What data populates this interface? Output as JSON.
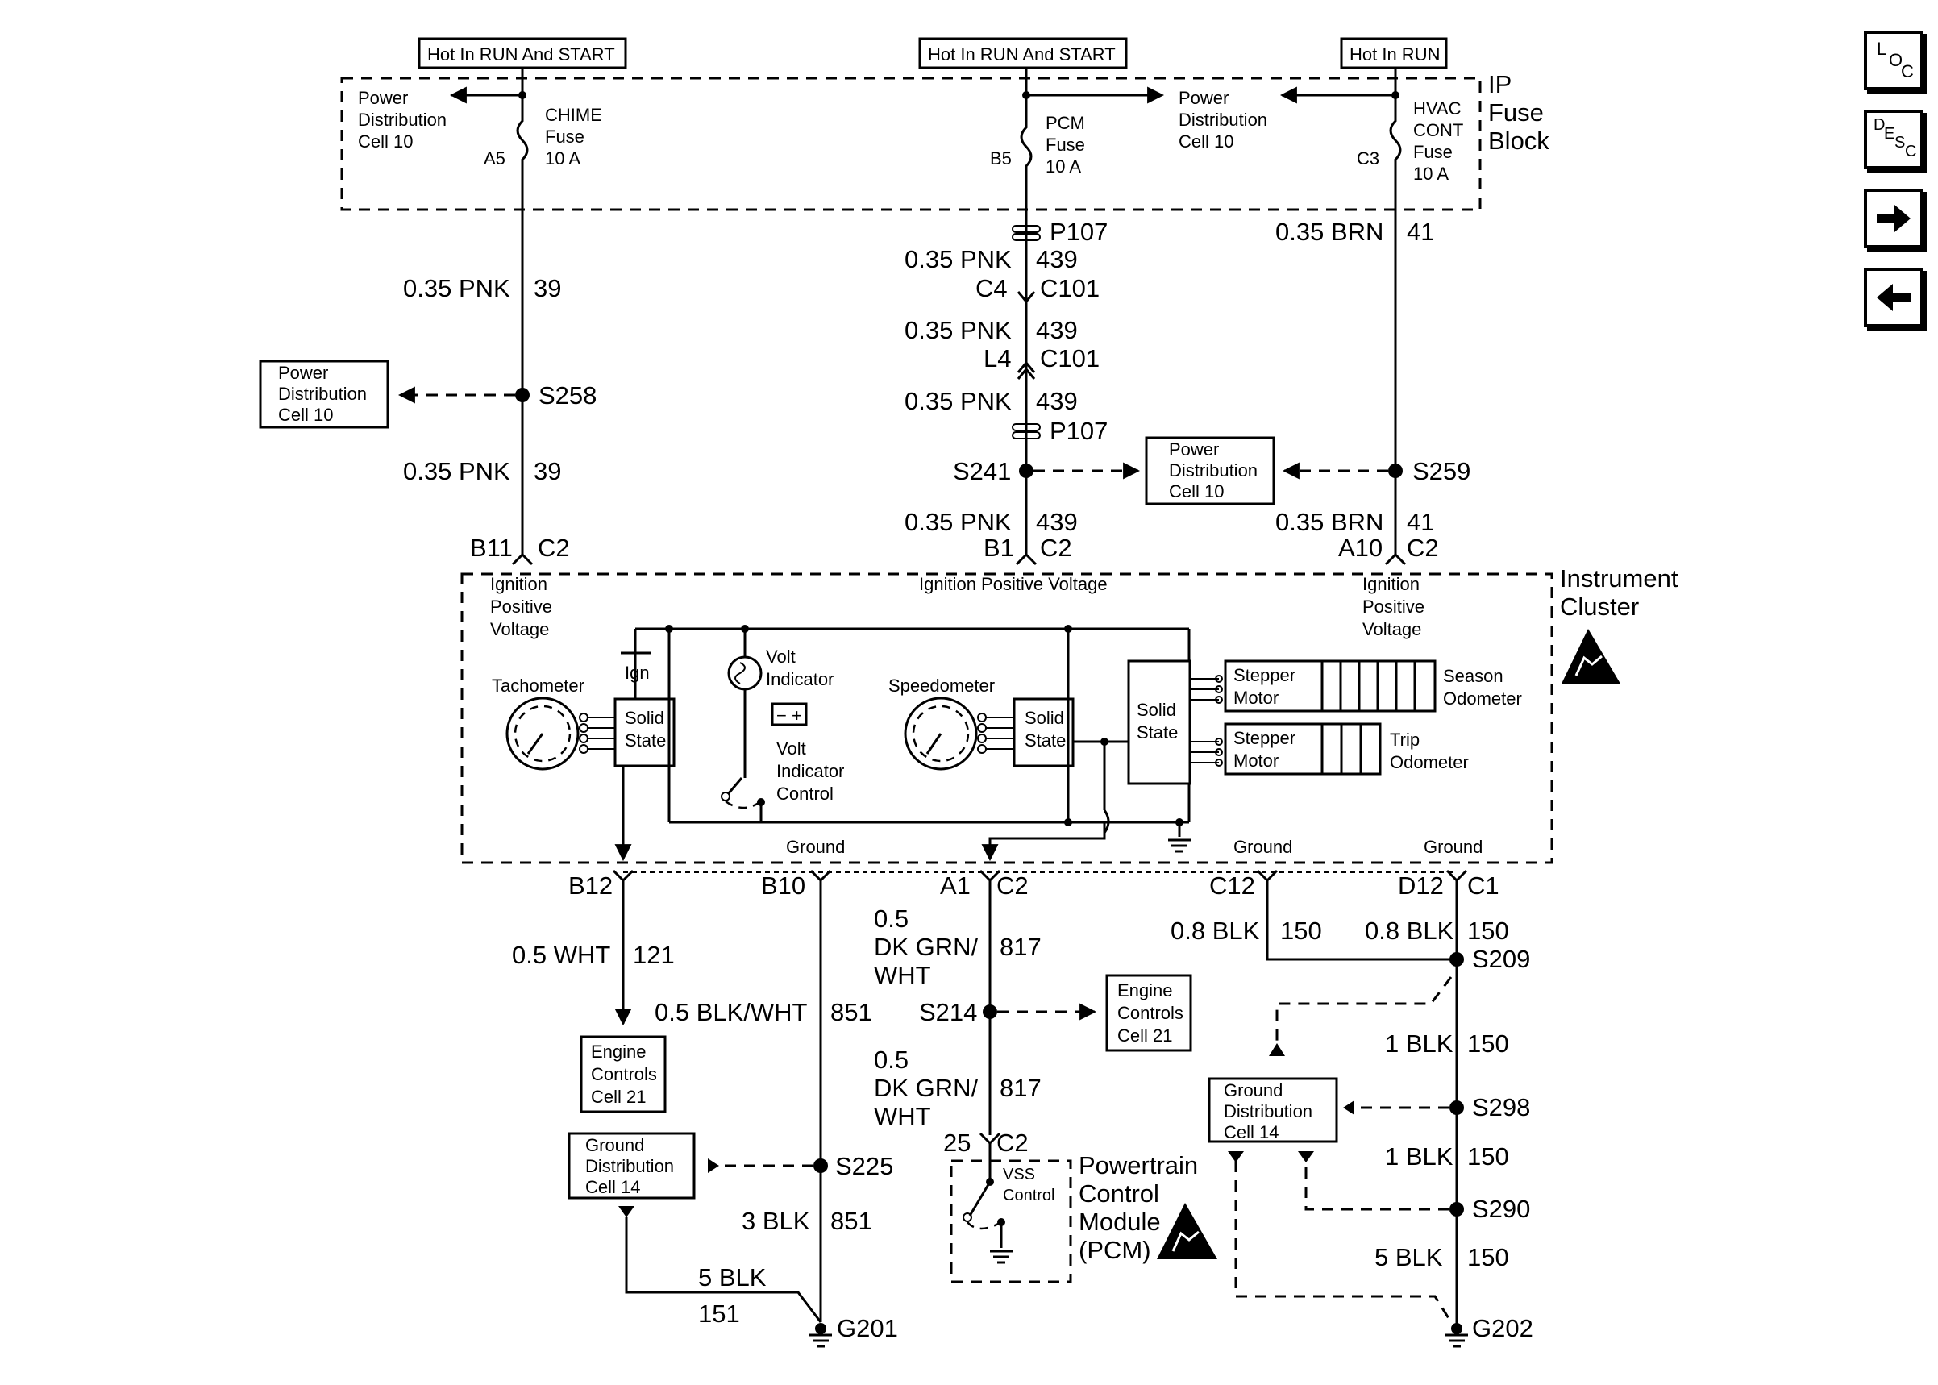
{
  "nav": {
    "loc": [
      "L",
      "O",
      "C"
    ],
    "desc": [
      "D",
      "E",
      "S",
      "C"
    ],
    "next_icon": "arrow-right-icon",
    "prev_icon": "arrow-left-icon"
  },
  "supply_labels": [
    "Hot In RUN And START",
    "Hot In RUN And START",
    "Hot In RUN"
  ],
  "ip_fuse_block": {
    "title": [
      "IP",
      "Fuse",
      "Block"
    ]
  },
  "power_dist_cell": [
    "Power",
    "Distribution",
    "Cell 10"
  ],
  "engine_controls_cell": [
    "Engine",
    "Controls",
    "Cell 21"
  ],
  "ground_dist_cell": [
    "Ground",
    "Distribution",
    "Cell 14"
  ],
  "fuses": {
    "chime": {
      "lines": [
        "CHIME",
        "Fuse",
        "10 A"
      ],
      "pin": "A5"
    },
    "pcm": {
      "lines": [
        "PCM",
        "Fuse",
        "10 A"
      ],
      "pin": "B5"
    },
    "hvac": {
      "lines": [
        "HVAC",
        "CONT",
        "Fuse",
        "10 A"
      ],
      "pin": "C3"
    }
  },
  "wires": {
    "pnk": "0.35 PNK",
    "brn": "0.35 BRN",
    "wht": "0.5 WHT",
    "blk_wht": "0.5 BLK/WHT",
    "dkgrn_wht": [
      "0.5",
      "DK GRN/",
      "WHT"
    ],
    "blk08": "0.8 BLK",
    "blk1": "1 BLK",
    "blk3": "3 BLK",
    "blk5": "5 BLK",
    "c39": "39",
    "c439": "439",
    "c41": "41",
    "c121": "121",
    "c851": "851",
    "c817": "817",
    "c150": "150",
    "c151": "151"
  },
  "connectors": {
    "p107": "P107",
    "c4": "C4",
    "l4": "L4",
    "c101": "C101",
    "b11": "B11",
    "b1": "B1",
    "a10": "A10",
    "c2": "C2",
    "b12": "B12",
    "b10": "B10",
    "a1": "A1",
    "c12": "C12",
    "d12": "D12",
    "c1": "C1",
    "pin25": "25"
  },
  "splices": {
    "s258": "S258",
    "s241": "S241",
    "s259": "S259",
    "s214": "S214",
    "s225": "S225",
    "s209": "S209",
    "s298": "S298",
    "s290": "S290"
  },
  "grounds": {
    "g201": "G201",
    "g202": "G202"
  },
  "cluster": {
    "title": [
      "Instrument",
      "Cluster"
    ],
    "ign_pos_voltage": [
      "Ignition",
      "Positive",
      "Voltage"
    ],
    "ign_pos_voltage_center": "Ignition Positive Voltage",
    "ign": "Ign",
    "tachometer": "Tachometer",
    "speedometer": "Speedometer",
    "solid_state": [
      "Solid",
      "State"
    ],
    "volt_indicator": [
      "Volt",
      "Indicator"
    ],
    "volt_indicator_control": [
      "Volt",
      "Indicator",
      "Control"
    ],
    "stepper_motor": [
      "Stepper",
      "Motor"
    ],
    "season_odometer": [
      "Season",
      "Odometer"
    ],
    "trip_odometer": [
      "Trip",
      "Odometer"
    ],
    "ground": "Ground"
  },
  "pcm": {
    "title": [
      "Powertrain",
      "Control",
      "Module",
      "(PCM)"
    ],
    "vss": [
      "VSS",
      "Control"
    ]
  },
  "esd_icon": "esd-warning-icon"
}
